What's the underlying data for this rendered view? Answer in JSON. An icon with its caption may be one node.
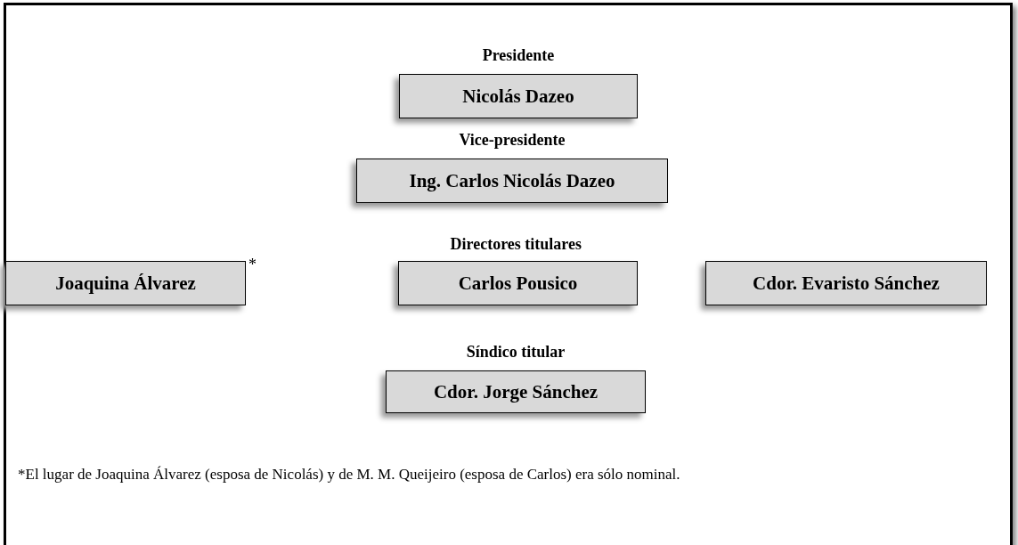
{
  "diagram": {
    "nodes": [
      {
        "text": [
          "Presidente",
          "Nicolás Dazeo"
        ]
      },
      {
        "text": [
          "Vice-presidente",
          "Ing. Carlos Nicolás Dazeo"
        ]
      },
      {
        "text": [
          "Joaquina Álvarez"
        ],
        "beside": [
          "*"
        ]
      },
      {
        "text": [
          "Carlos Pousico"
        ]
      },
      {
        "text": [
          "Cdor. Evaristo Sánchez"
        ]
      },
      {
        "text": [
          "Síndico titular",
          "Cdor. Jorge Sánchez"
        ]
      }
    ],
    "edges": [],
    "labels": [
      "Directores titulares",
      "*El lugar de Joaquina Álvarez (esposa de Nicolás) y de M. M. Queijeiro (esposa de Carlos) era sólo nominal."
    ]
  }
}
